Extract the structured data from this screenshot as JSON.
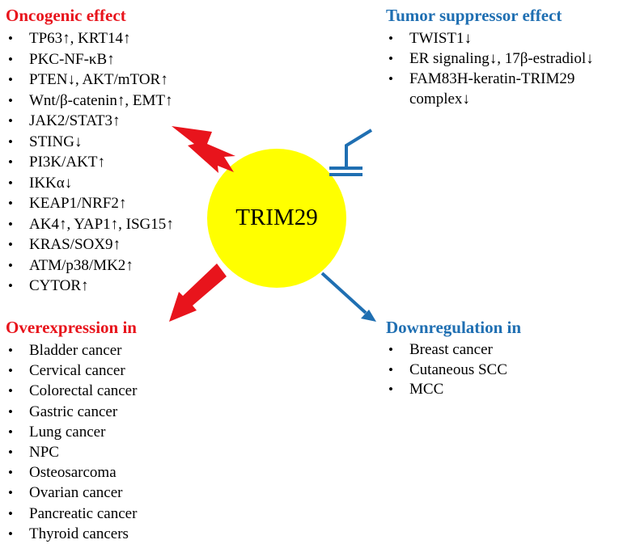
{
  "colors": {
    "oncogenic": "#e8141c",
    "suppressor": "#1f6fb2",
    "center_fill": "#ffff00"
  },
  "center": {
    "label": "TRIM29"
  },
  "oncogenic": {
    "heading": "Oncogenic effect",
    "items": [
      "TP63↑, KRT14↑",
      "PKC-NF-κB↑",
      "PTEN↓, AKT/mTOR↑",
      "Wnt/β-catenin↑, EMT↑",
      "JAK2/STAT3↑",
      "STING↓",
      "PI3K/AKT↑",
      "IKKα↓",
      "KEAP1/NRF2↑",
      "AK4↑, YAP1↑, ISG15↑",
      "KRAS/SOX9↑",
      "ATM/p38/MK2↑",
      "CYTOR↑"
    ]
  },
  "tumor_suppressor": {
    "heading": "Tumor suppressor effect",
    "items": [
      "TWIST1↓",
      "ER signaling↓, 17β-estradiol↓",
      "FAM83H-keratin-TRIM29"
    ],
    "continuation": "complex↓"
  },
  "overexpression": {
    "heading": "Overexpression in",
    "items": [
      "Bladder cancer",
      "Cervical cancer",
      "Colorectal cancer",
      "Gastric cancer",
      "Lung cancer",
      "NPC",
      "Osteosarcoma",
      "Ovarian cancer",
      "Pancreatic cancer",
      "Thyroid cancers"
    ]
  },
  "downregulation": {
    "heading": "Downregulation in",
    "items": [
      "Breast cancer",
      "Cutaneous SCC",
      "MCC"
    ]
  },
  "bullet": "•"
}
